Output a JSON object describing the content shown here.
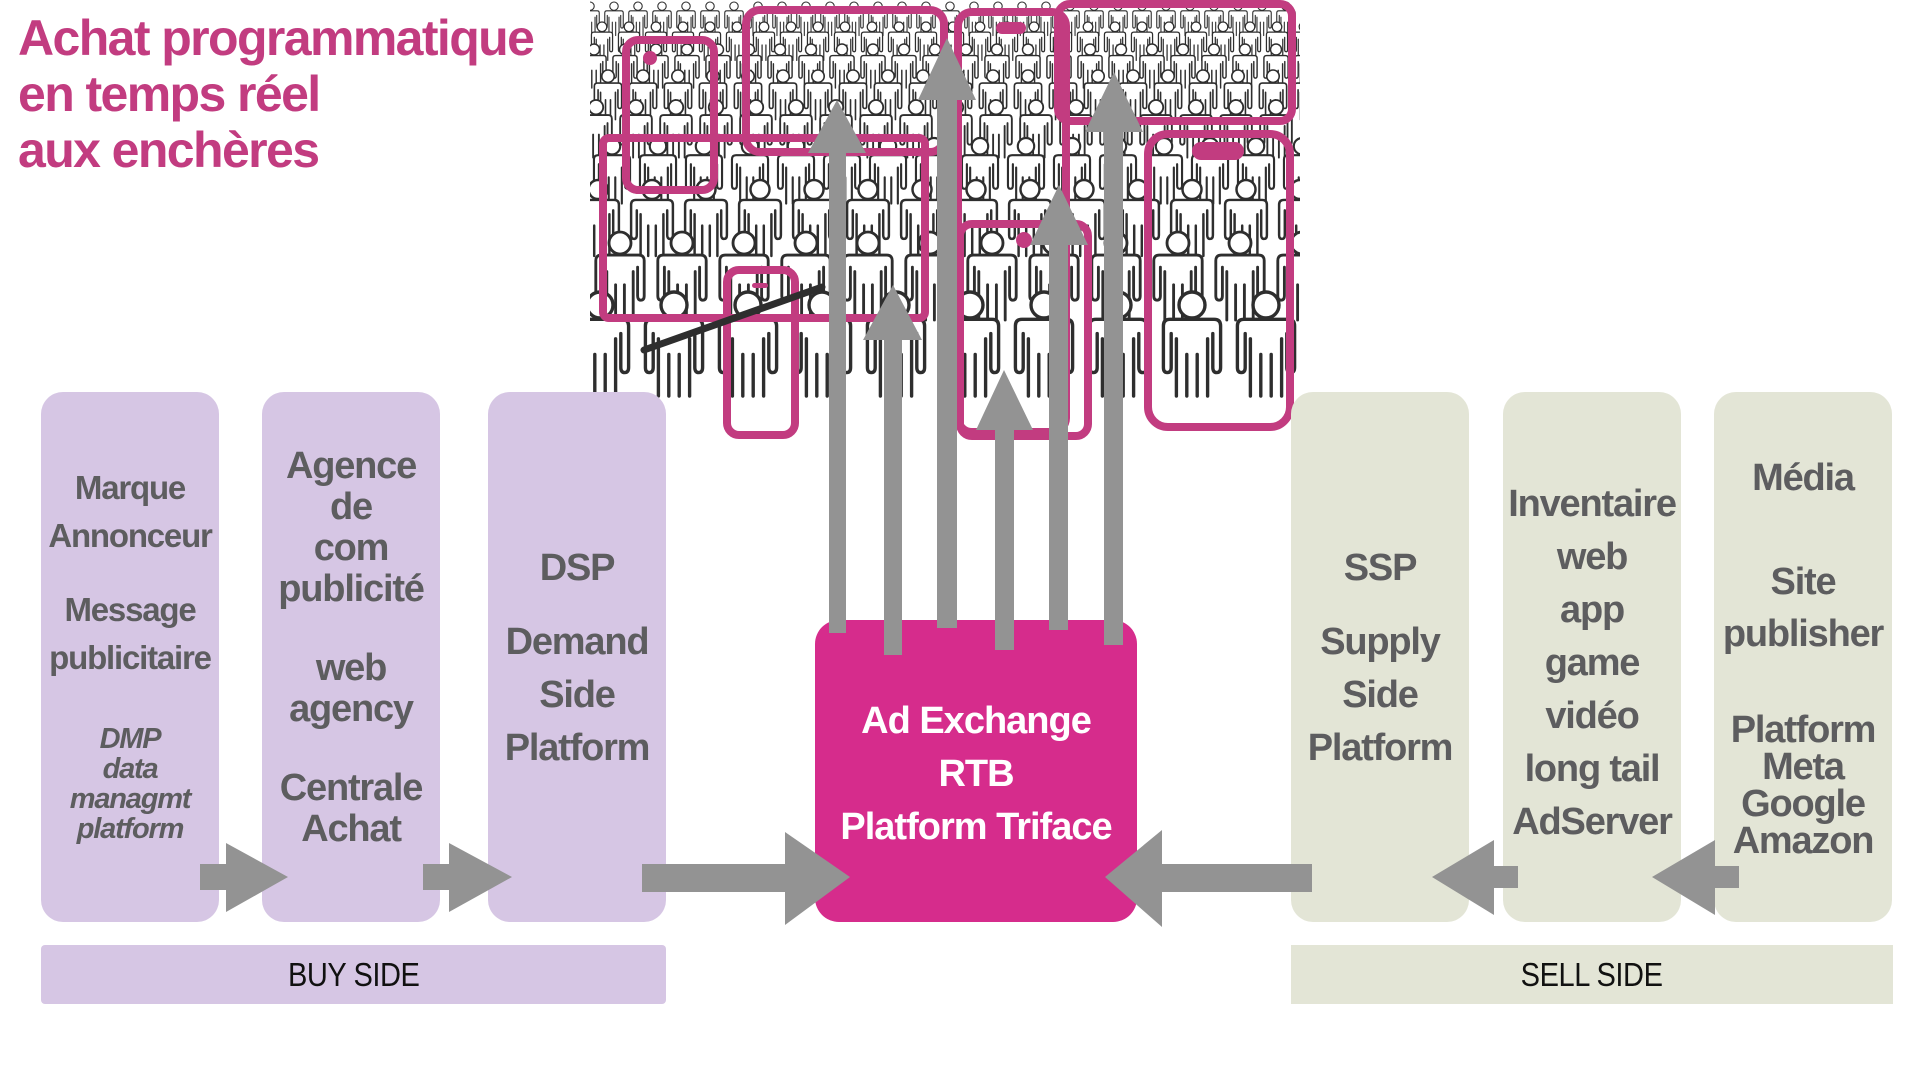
{
  "title": {
    "lines": [
      "Achat programmatique",
      "en temps réel",
      "aux enchères"
    ]
  },
  "colors": {
    "title": "#C23C80",
    "buy_side": "#D6C6E4",
    "sell_side": "#E3E5D6",
    "exchange": "#D62C8C",
    "arrow": "#939393",
    "device_outline": "#C23C80",
    "text": "#5d5d5f"
  },
  "illustration": {
    "subject": "crowd of people with smartphone / tablet / screen outlines and upward arrows"
  },
  "buy_side": {
    "label": "BUY SIDE",
    "columns": [
      {
        "id": "advertiser",
        "groups": [
          [
            "Marque",
            "Annonceur"
          ],
          [
            "Message",
            "publicitaire"
          ]
        ],
        "italic_group": [
          "DMP",
          "data",
          "managmt",
          "platform"
        ]
      },
      {
        "id": "agency",
        "groups": [
          [
            "Agence",
            "de",
            "com",
            "publicité"
          ],
          [
            "web",
            "agency"
          ],
          [
            "Centrale",
            "Achat"
          ]
        ]
      },
      {
        "id": "dsp",
        "groups": [
          [
            "DSP"
          ],
          [
            "Demand",
            "Side",
            "Platform"
          ]
        ]
      }
    ]
  },
  "exchange": {
    "lines": [
      "Ad Exchange",
      "RTB",
      "Platform Triface"
    ]
  },
  "sell_side": {
    "label": "SELL SIDE",
    "columns": [
      {
        "id": "ssp",
        "groups": [
          [
            "SSP"
          ],
          [
            "Supply",
            "Side",
            "Platform"
          ]
        ]
      },
      {
        "id": "inventory",
        "groups": [
          [
            "Inventaire",
            "web",
            "app",
            "game",
            "vidéo",
            "long tail",
            "AdServer"
          ]
        ]
      },
      {
        "id": "media",
        "groups": [
          [
            "Média"
          ],
          [
            "Site",
            "publisher"
          ],
          [
            "Platform",
            "Meta",
            "Google",
            "Amazon"
          ]
        ]
      }
    ]
  }
}
